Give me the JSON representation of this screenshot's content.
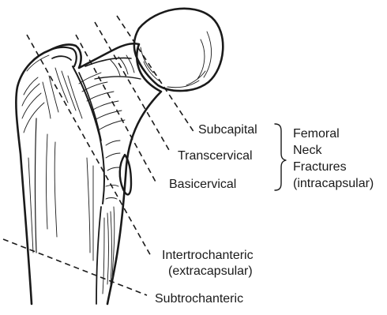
{
  "labels": {
    "subcapital": "Subcapital",
    "transcervical": "Transcervical",
    "basicervical": "Basicervical",
    "intertrochanteric_line1": "Intertrochanteric",
    "intertrochanteric_line2": "(extracapsular)",
    "subtrochanteric": "Subtrochanteric"
  },
  "group": {
    "line1": "Femoral",
    "line2": "Neck",
    "line3": "Fractures",
    "line4": "(intracapsular)"
  }
}
